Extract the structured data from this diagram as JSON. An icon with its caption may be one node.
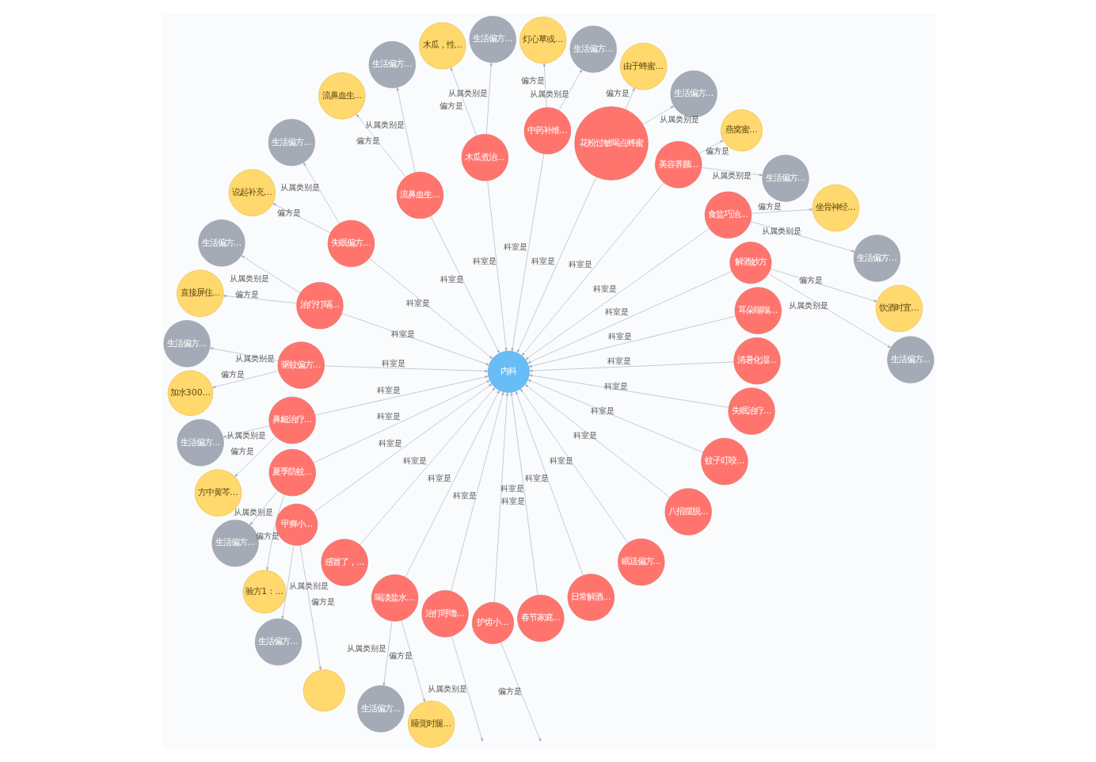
{
  "diagram": {
    "nodes": [
      {
        "text": [
          "内科"
        ]
      },
      {
        "text": [
          "解酒妙方"
        ]
      },
      {
        "text": [
          "食盐巧治..."
        ]
      },
      {
        "text": [
          "美容养颜..."
        ]
      },
      {
        "text": [
          "花粉过敏喝点蜂蜜"
        ]
      },
      {
        "text": [
          "中药补维..."
        ]
      },
      {
        "text": [
          "木瓜煮治..."
        ]
      },
      {
        "text": [
          "流鼻血生..."
        ]
      },
      {
        "text": [
          "失眠偏方..."
        ]
      },
      {
        "text": [
          "治疗打嗝..."
        ]
      },
      {
        "text": [
          "驱蚊偏方..."
        ]
      },
      {
        "text": [
          "鼻衄治疗..."
        ]
      },
      {
        "text": [
          "夏季防蚊..."
        ]
      },
      {
        "text": [
          "甲癣小..."
        ]
      },
      {
        "text": [
          "感冒了，..."
        ]
      },
      {
        "text": [
          "喝淡盐水..."
        ]
      },
      {
        "text": [
          "治打呼噜..."
        ]
      },
      {
        "text": [
          "护齿小..."
        ]
      },
      {
        "text": [
          "春节家庭..."
        ]
      },
      {
        "text": [
          "日常解酒..."
        ]
      },
      {
        "text": [
          "眠送偏方..."
        ]
      },
      {
        "text": [
          "八招摆脱..."
        ]
      },
      {
        "text": [
          "蚊子叮咬..."
        ]
      },
      {
        "text": [
          "失眠治疗..."
        ]
      },
      {
        "text": [
          "清暑化湿..."
        ]
      },
      {
        "text": [
          "耳朵嗡嗡..."
        ]
      },
      {
        "text": [
          "生活偏方..."
        ]
      },
      {
        "text": [
          "生活偏方..."
        ]
      },
      {
        "text": [
          "生活偏方..."
        ]
      },
      {
        "text": [
          "生活偏方..."
        ]
      },
      {
        "text": [
          "生活偏方..."
        ]
      },
      {
        "text": [
          "生活偏方..."
        ]
      },
      {
        "text": [
          "生活偏方..."
        ]
      },
      {
        "text": [
          "生活偏方..."
        ]
      },
      {
        "text": [
          "生活偏方..."
        ]
      },
      {
        "text": [
          "生活偏方..."
        ]
      },
      {
        "text": [
          "生活偏方..."
        ]
      },
      {
        "text": [
          "生活偏方..."
        ]
      },
      {
        "text": [
          "生活偏方..."
        ]
      },
      {
        "text": [
          "生活偏方..."
        ]
      },
      {
        "text": [
          "饮酒时宜..."
        ]
      },
      {
        "text": [
          "坐骨神经..."
        ]
      },
      {
        "text": [
          "由于蜂蜜..."
        ]
      },
      {
        "text": [
          "燕窝蜜..."
        ]
      },
      {
        "text": [
          "睡觉时腿..."
        ]
      },
      {
        "text": [
          "灯心草或..."
        ]
      },
      {
        "text": [
          "直接屏住..."
        ]
      },
      {
        "text": [
          "加水300..."
        ]
      },
      {
        "text": [
          "流鼻血生..."
        ]
      },
      {
        "text": [
          "说起补充..."
        ]
      },
      {
        "text": [
          "木瓜，性..."
        ]
      },
      {
        "text": [
          "方中黄芩..."
        ]
      },
      {
        "text": [
          "验方1：..."
        ]
      },
      {
        "text": [],
        "shape": "circle"
      }
    ],
    "edges": [
      {
        "from": 1,
        "to": 0,
        "arrow": "to",
        "label": "科室是"
      },
      {
        "from": 2,
        "to": 0,
        "arrow": "to",
        "label": "科室是"
      },
      {
        "from": 3,
        "to": 0,
        "arrow": "to",
        "label": "科室是"
      },
      {
        "from": 4,
        "to": 0,
        "arrow": "to",
        "label": "科室是"
      },
      {
        "from": 5,
        "to": 0,
        "arrow": "to",
        "label": "科室是"
      },
      {
        "from": 6,
        "to": 0,
        "arrow": "to",
        "label": "科室是"
      },
      {
        "from": 7,
        "to": 0,
        "arrow": "to",
        "label": "科室是"
      },
      {
        "from": 8,
        "to": 0,
        "arrow": "to",
        "label": "科室是"
      },
      {
        "from": 9,
        "to": 0,
        "arrow": "to",
        "label": "科室是"
      },
      {
        "from": 10,
        "to": 0,
        "arrow": "to",
        "label": "科室是"
      },
      {
        "from": 11,
        "to": 0,
        "arrow": "to",
        "label": "科室是"
      },
      {
        "from": 12,
        "to": 0,
        "arrow": "to",
        "label": "科室是"
      },
      {
        "from": 13,
        "to": 0,
        "arrow": "to",
        "label": "科室是"
      },
      {
        "from": 14,
        "to": 0,
        "arrow": "to",
        "label": "科室是"
      },
      {
        "from": 15,
        "to": 0,
        "arrow": "to",
        "label": "科室是"
      },
      {
        "from": 16,
        "to": 0,
        "arrow": "to",
        "label": "科室是"
      },
      {
        "from": 17,
        "to": 0,
        "arrow": "to",
        "label": "科室是"
      },
      {
        "from": 18,
        "to": 0,
        "arrow": "to",
        "label": "科室是"
      },
      {
        "from": 19,
        "to": 0,
        "arrow": "to",
        "label": "科室是"
      },
      {
        "from": 20,
        "to": 0,
        "arrow": "to",
        "label": "科室是"
      },
      {
        "from": 21,
        "to": 0,
        "arrow": "to",
        "label": "科室是"
      },
      {
        "from": 22,
        "to": 0,
        "arrow": "to",
        "label": "科室是"
      },
      {
        "from": 23,
        "to": 0,
        "arrow": "to",
        "label": "科室是"
      },
      {
        "from": 24,
        "to": 0,
        "arrow": "to",
        "label": "科室是"
      },
      {
        "from": 25,
        "to": 0,
        "arrow": "to",
        "label": "科室是"
      },
      {
        "from": 1,
        "to": 26,
        "arrow": "to",
        "label": "从属类别是"
      },
      {
        "from": 3,
        "to": 27,
        "arrow": "to",
        "label": "从属类别是"
      },
      {
        "from": 2,
        "to": 28,
        "arrow": "to",
        "label": "从属类别是"
      },
      {
        "from": 4,
        "to": 29,
        "arrow": "to",
        "label": "从属类别是"
      },
      {
        "from": 15,
        "to": 30,
        "arrow": "to",
        "label": "从属类别是"
      },
      {
        "from": 5,
        "to": 31,
        "arrow": "to",
        "label": "从属类别是"
      },
      {
        "from": 6,
        "to": 32,
        "arrow": "to",
        "label": "从属类别是"
      },
      {
        "from": 8,
        "to": 33,
        "arrow": "to",
        "label": "从属类别是"
      },
      {
        "from": 7,
        "to": 34,
        "arrow": "to",
        "label": "从属类别是"
      },
      {
        "from": 9,
        "to": 35,
        "arrow": "to",
        "label": "从属类别是"
      },
      {
        "from": 10,
        "to": 36,
        "arrow": "to",
        "label": "从属类别是"
      },
      {
        "from": 11,
        "to": 37,
        "arrow": "to",
        "label": "从属类别是"
      },
      {
        "from": 12,
        "to": 38,
        "arrow": "to",
        "label": "从属类别是"
      },
      {
        "from": 13,
        "to": 39,
        "arrow": "to",
        "label": "从属类别是"
      },
      {
        "from": 16,
        "to": null,
        "arrow": "to",
        "label": "从属类别是"
      },
      {
        "from": 1,
        "to": 40,
        "arrow": "to",
        "label": "偏方是"
      },
      {
        "from": 2,
        "to": 41,
        "arrow": "to",
        "label": "偏方是"
      },
      {
        "from": 4,
        "to": 42,
        "arrow": "to",
        "label": "偏方是"
      },
      {
        "from": 3,
        "to": 43,
        "arrow": "to",
        "label": "偏方是"
      },
      {
        "from": 15,
        "to": 44,
        "arrow": "to",
        "label": "偏方是"
      },
      {
        "from": 5,
        "to": 45,
        "arrow": "to",
        "label": "偏方是"
      },
      {
        "from": 9,
        "to": 46,
        "arrow": "to",
        "label": "偏方是"
      },
      {
        "from": 10,
        "to": 47,
        "arrow": "to",
        "label": "偏方是"
      },
      {
        "from": 7,
        "to": 48,
        "arrow": "to",
        "label": "偏方是"
      },
      {
        "from": 8,
        "to": 49,
        "arrow": "to",
        "label": "偏方是"
      },
      {
        "from": 6,
        "to": 50,
        "arrow": "to",
        "label": "偏方是"
      },
      {
        "from": 11,
        "to": 51,
        "arrow": "to",
        "label": "偏方是"
      },
      {
        "from": 12,
        "to": 52,
        "arrow": "to",
        "label": "偏方是"
      },
      {
        "from": 13,
        "to": 53,
        "arrow": "to",
        "label": "偏方是"
      },
      {
        "from": 17,
        "to": null,
        "arrow": "to",
        "label": "偏方是"
      }
    ]
  }
}
